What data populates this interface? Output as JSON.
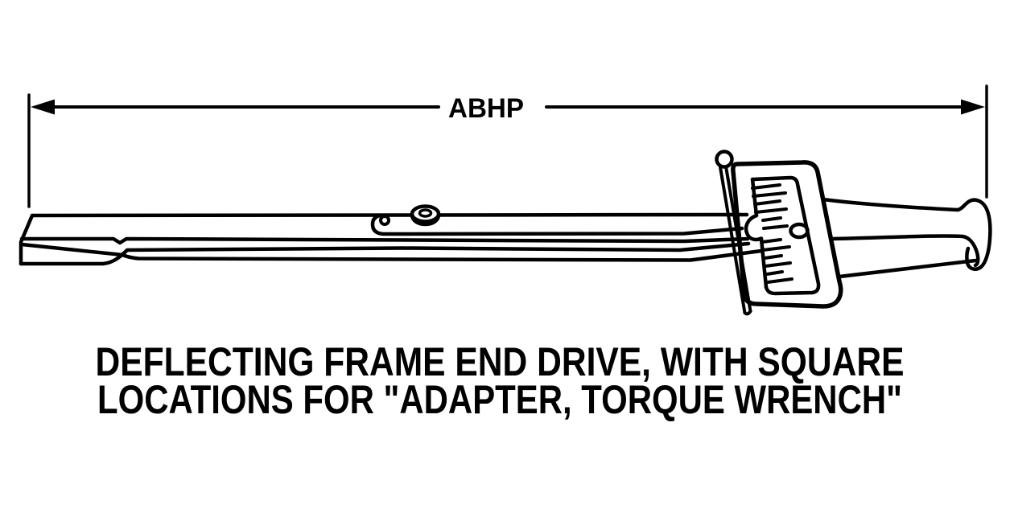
{
  "figure": {
    "dimension_label": "ABHP",
    "caption_line1": "DEFLECTING FRAME END DRIVE, WITH SQUARE",
    "caption_line2": "LOCATIONS FOR \"ADAPTER, TORQUE WRENCH\"",
    "colors": {
      "line": "#000000",
      "background": "#ffffff"
    }
  }
}
